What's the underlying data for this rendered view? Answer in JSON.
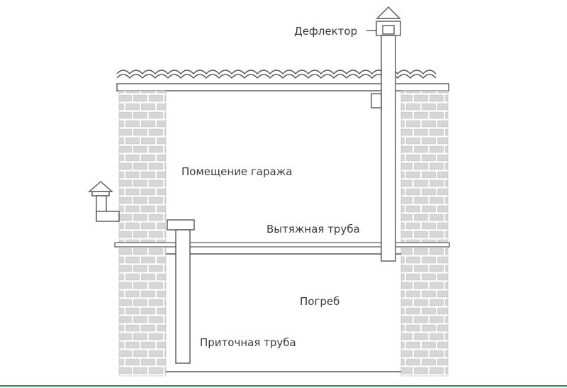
{
  "labels": {
    "deflector": "Дефлектор",
    "garage_room": "Помещение гаража",
    "exhaust_pipe": "Вытяжная труба",
    "cellar": "Погреб",
    "supply_pipe": "Приточная труба"
  },
  "colors": {
    "line": "#555555",
    "brick_face": "#d6d6d6",
    "brick_mortar": "#ffffff",
    "ground": "#2e8b57"
  }
}
